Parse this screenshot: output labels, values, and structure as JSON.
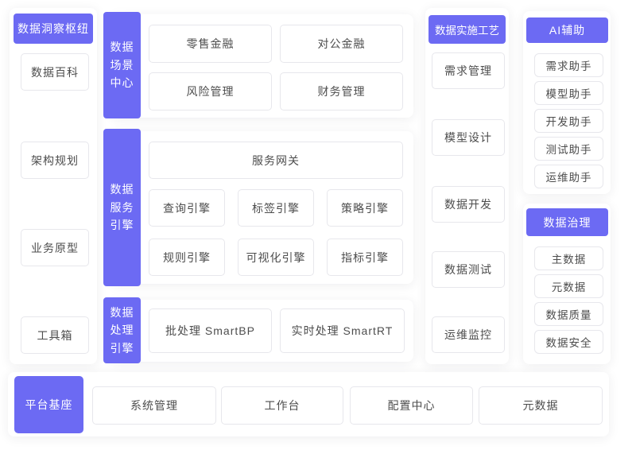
{
  "colors": {
    "accent": "#6C6AF3",
    "box_border": "#e7e7ec",
    "text": "#4d4d4d"
  },
  "insight_hub": {
    "title": "数据洞察枢纽",
    "items": [
      "数据百科",
      "架构规划",
      "业务原型",
      "工具箱"
    ]
  },
  "scenario_center": {
    "title": "数据场景中心",
    "items": [
      "零售金融",
      "对公金融",
      "风险管理",
      "财务管理"
    ]
  },
  "service_engine": {
    "title": "数据服务引擎",
    "gateway": "服务网关",
    "items": [
      "查询引擎",
      "标签引擎",
      "策略引擎",
      "规则引擎",
      "可视化引擎",
      "指标引擎"
    ]
  },
  "processing_engine": {
    "title": "数据处理引擎",
    "items": [
      "批处理 SmartBP",
      "实时处理  SmartRT"
    ]
  },
  "implementation": {
    "title": "数据实施工艺",
    "items": [
      "需求管理",
      "模型设计",
      "数据开发",
      "数据测试",
      "运维监控"
    ]
  },
  "ai_assist": {
    "title": "AI辅助",
    "items": [
      "需求助手",
      "模型助手",
      "开发助手",
      "测试助手",
      "运维助手"
    ]
  },
  "governance": {
    "title": "数据治理",
    "items": [
      "主数据",
      "元数据",
      "数据质量",
      "数据安全"
    ]
  },
  "platform_base": {
    "title": "平台基座",
    "items": [
      "系统管理",
      "工作台",
      "配置中心",
      "元数据"
    ]
  }
}
